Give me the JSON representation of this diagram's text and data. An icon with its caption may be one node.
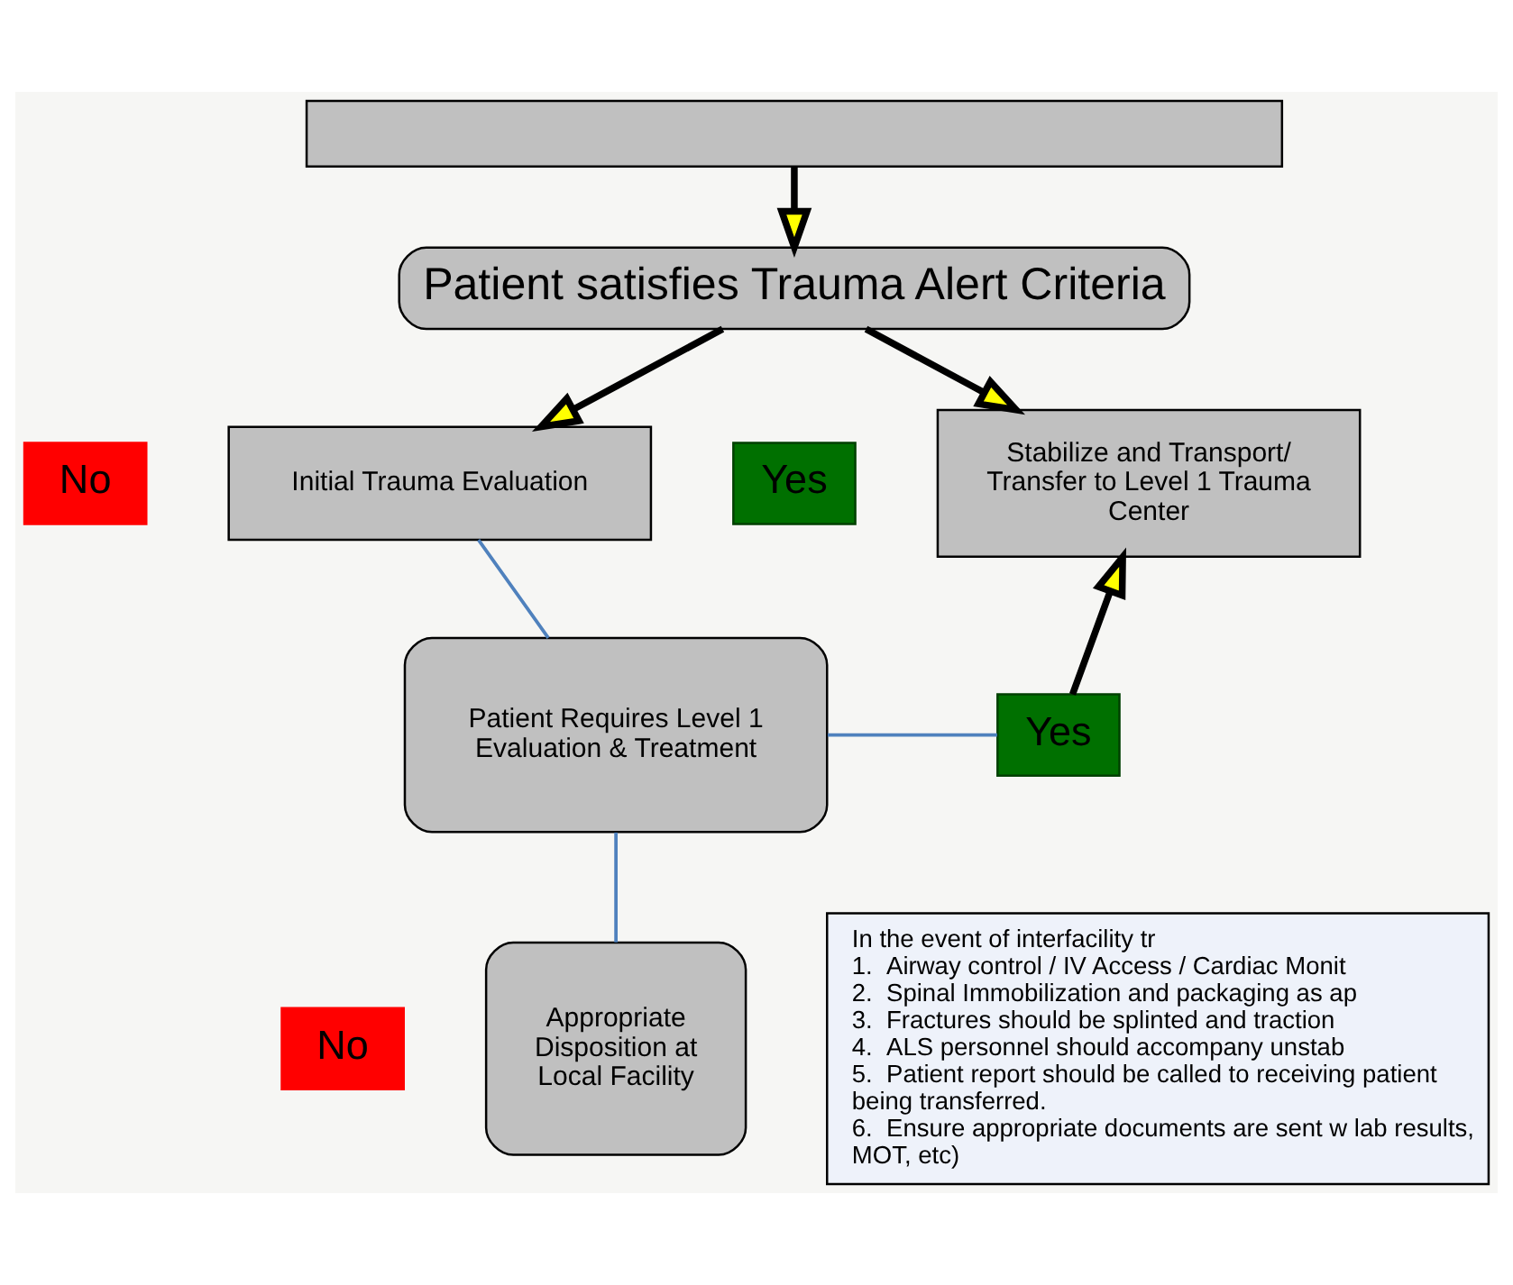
{
  "diagram": {
    "nodes": [
      {
        "text": [],
        "shape": "box"
      },
      {
        "text": [
          "Patient satisfies Trauma Alert Criteria"
        ]
      },
      {
        "text": [
          "No"
        ]
      },
      {
        "text": [
          "Yes"
        ]
      },
      {
        "text": [
          "Initial Trauma Evaluation"
        ]
      },
      {
        "text": [
          "Stabilize and Transport/ Transfer to Level 1 Trauma Center"
        ]
      },
      {
        "text": [
          "Patient Requires Level 1 Evaluation & Treatment"
        ]
      },
      {
        "text": [
          "Yes"
        ]
      },
      {
        "text": [
          "No"
        ]
      },
      {
        "text": [
          "Appropriate Disposition at Local Facility"
        ]
      },
      {
        "text": [
          "In the event of interfacility tr",
          "1.  Airway control / IV Access / Cardiac Monit",
          "2.  Spinal Immobilization and packaging as ap",
          "3.  Fractures should be splinted and traction",
          "4.  ALS personnel should accompany unstab",
          "5.  Patient report should be called to receiving patient being transferred.",
          "6.  Ensure appropriate documents are sent w lab results, MOT, etc)"
        ]
      }
    ],
    "edges": [
      {
        "from": 0,
        "to": 1,
        "arrow": "to"
      },
      {
        "from": 1,
        "to": 4,
        "arrow": "to"
      },
      {
        "from": 1,
        "to": 5,
        "arrow": "to"
      },
      {
        "from": 4,
        "to": 6,
        "arrow": "none",
        "color": "#4f81bd"
      },
      {
        "from": 6,
        "to": 7,
        "arrow": "none",
        "color": "#4f81bd"
      },
      {
        "from": 7,
        "to": 5,
        "arrow": "to"
      },
      {
        "from": 6,
        "to": 9,
        "arrow": "none",
        "color": "#4f81bd"
      }
    ]
  }
}
